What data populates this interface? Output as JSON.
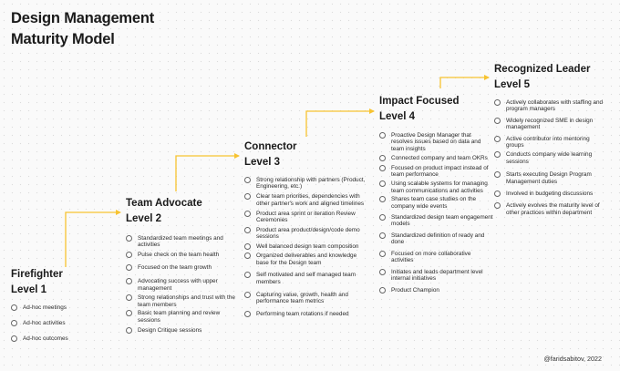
{
  "title": [
    "Design Management",
    "Maturity Model"
  ],
  "accent_color": "#f7c331",
  "item_icon": "circle-outline-icon",
  "levels": [
    {
      "name": "Firefighter",
      "level": "Level 1",
      "items": [
        "Ad-hoc meetings",
        "Ad-hoc activities",
        "Ad-hoc outcomes"
      ]
    },
    {
      "name": "Team Advocate",
      "level": "Level 2",
      "items": [
        "Standardized team meetings and activities",
        "Pulse check on the team health",
        "Focused on the team growth",
        "Advocating success with upper management",
        "Strong relationships and trust with the team members",
        "Basic team planning and review sessions",
        "Design Critique sessions"
      ]
    },
    {
      "name": "Connector",
      "level": "Level 3",
      "items": [
        "Strong relationship with partners (Product, Engineering, etc.)",
        "Clear team priorities, dependencies with other partner's work and aligned timelines",
        "Product area sprint or iteration Review Ceremonies",
        "Product area product/design/code demo sessions",
        "Well balanced design team composition",
        "Organized deliverables and knowledge base for the Design team",
        "Self motivated and self managed team members",
        "Capturing value, growth, health and performance team metrics",
        "Performing team rotations if needed"
      ]
    },
    {
      "name": "Impact Focused",
      "level": "Level 4",
      "items": [
        "Proactive Design Manager that resolves issues based on data and team insights",
        "Connected company and team OKRs",
        "Focused on product impact instead of team performance",
        "Using scalable systems for managing team communications and activities",
        "Shares team case studies on the company wide events",
        "Standardized design team engagement models",
        "Standardized definition of ready and done",
        "Focused on more collaborative activities",
        "Initiates and leads department level internal initiatives",
        "Product Champion"
      ]
    },
    {
      "name": "Recognized Leader",
      "level": "Level 5",
      "items": [
        "Actively collaborates with staffing and program managers",
        "Widely recognized SME in design management",
        "Active contributor into mentoring groups",
        "Conducts company wide learning sessions",
        "Starts executing Design Program Management duties",
        "Involved in budgeting discussions",
        "Actively evolves the maturity level of other practices within department"
      ]
    }
  ],
  "credit": "@faridsabitov, 2022"
}
